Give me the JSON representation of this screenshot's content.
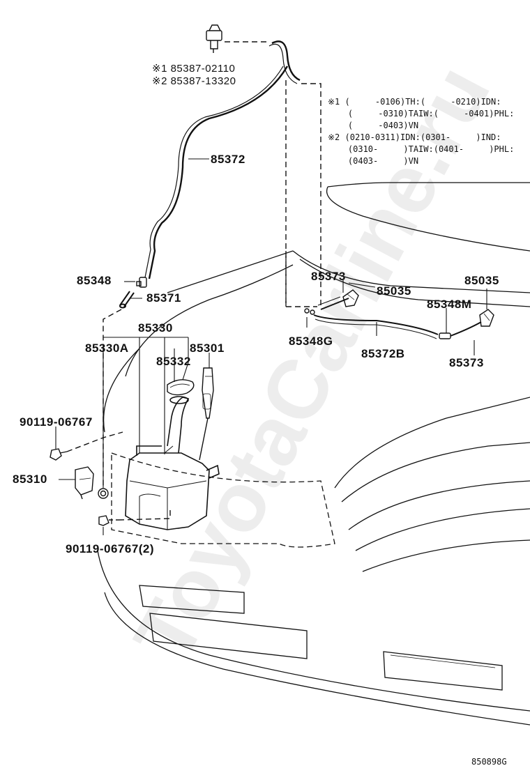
{
  "watermark": "ToyotaCarline.ru",
  "drawing_id": "850898G",
  "part_labels": {
    "p_85387_1": "※1 85387-02110",
    "p_85387_2": "※2 85387-13320",
    "p_85372": "85372",
    "p_85348": "85348",
    "p_85371": "85371",
    "p_85330": "85330",
    "p_85330A": "85330A",
    "p_85301": "85301",
    "p_85332": "85332",
    "p_90119_a": "90119-06767",
    "p_85310": "85310",
    "p_90119_b": "90119-06767(2)",
    "p_85373_a": "85373",
    "p_85035_a": "85035",
    "p_85035_b": "85035",
    "p_85348M": "85348M",
    "p_85348G": "85348G",
    "p_85372B": "85372B",
    "p_85373_b": "85373"
  },
  "notes": {
    "n1": "※1 (     -0106)TH:(     -0210)IDN:",
    "n2": "    (     -0310)TAIW:(     -0401)PHL:",
    "n3": "    (     -0403)VN",
    "n4": "※2 (0210-0311)IDN:(0301-     )IND:",
    "n5": "    (0310-     )TAIW:(0401-     )PHL:",
    "n6": "    (0403-     )VN"
  }
}
